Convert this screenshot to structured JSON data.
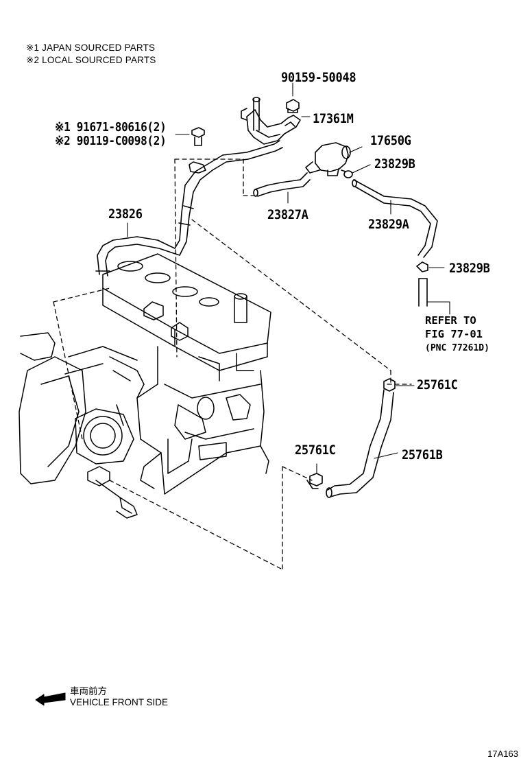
{
  "notes": {
    "japan": "※1 JAPAN SOURCED PARTS",
    "local": "※2 LOCAL SOURCED PARTS"
  },
  "parts": {
    "bolt_top": "90159-50048",
    "bracket": "17361M",
    "bolt_japan": "※1 91671-80616(2)",
    "bolt_local": "※2 90119-C0098(2)",
    "valve": "17650G",
    "clamp_upper": "23829B",
    "hose_short": "23827A",
    "hose_upper": "23829A",
    "clamp_lower": "23829B",
    "pipe_main": "23826",
    "clamp_right": "25761C",
    "clamp_left": "25761C",
    "hose_lower": "25761B"
  },
  "reference": {
    "line1": "REFER TO",
    "line2": "FIG 77-01",
    "line3": "(PNC 77261D)"
  },
  "footer": {
    "direction_jp": "車両前方",
    "direction_en": "VEHICLE FRONT SIDE",
    "arrow_icon": "left-arrow-icon",
    "figure_code": "17A163"
  }
}
